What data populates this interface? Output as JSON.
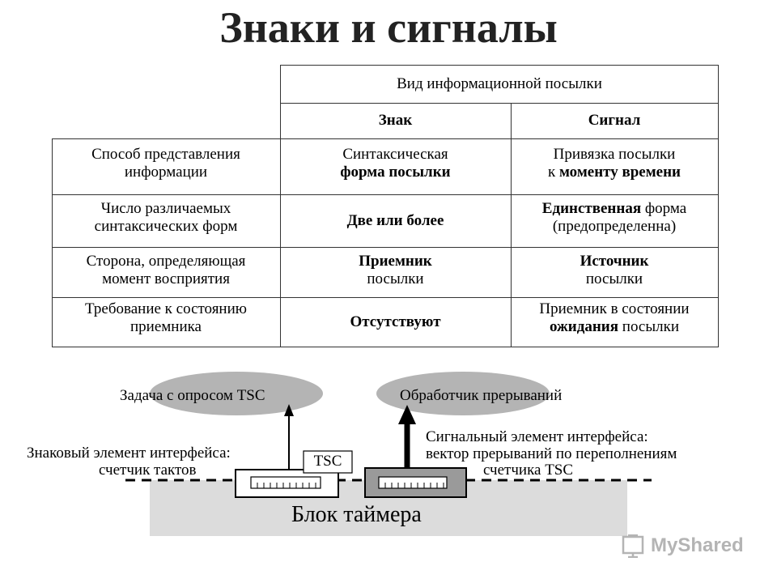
{
  "title": "Знаки и сигналы",
  "table": {
    "header": "Вид  информационной посылки",
    "col_sign": "Знак",
    "col_signal": "Сигнал",
    "rows": [
      {
        "label": [
          "Способ представления",
          "информации"
        ],
        "sign": [
          {
            "t": "Синтаксическая",
            "b": false
          },
          {
            "t": "форма  посылки",
            "b": true
          }
        ],
        "signal": [
          {
            "t": "Привязка посылки",
            "b": false
          },
          {
            "t": "к ",
            "b": false,
            "rest": "моменту времени"
          }
        ]
      },
      {
        "label": [
          "Число различаемых",
          "синтаксических форм"
        ],
        "sign": [
          {
            "t": "Две или более",
            "b": true
          }
        ],
        "signal": [
          {
            "t": "Единственная",
            "b": true,
            "rest": " форма"
          },
          {
            "t": "(предопределенна)",
            "b": false
          }
        ]
      },
      {
        "label": [
          "Сторона, определяющая",
          "момент восприятия"
        ],
        "sign": [
          {
            "t": "Приемник",
            "b": true
          },
          {
            "t": "посылки",
            "b": false
          }
        ],
        "signal": [
          {
            "t": "Источник",
            "b": true
          },
          {
            "t": "посылки",
            "b": false
          }
        ]
      },
      {
        "label": [
          "Требование к состоянию",
          "приемника"
        ],
        "sign": [
          {
            "t": "Отсутствуют",
            "b": true
          }
        ],
        "signal": [
          {
            "t": "Приемник в состоянии",
            "b": false
          },
          {
            "t": "ожидания",
            "b": true,
            "rest": " посылки"
          }
        ]
      }
    ]
  },
  "diagram": {
    "task_polling": "Задача с опросом TSC",
    "interrupt_handler": "Обработчик прерываний",
    "signal_element_1": "Сигнальный элемент интерфейса:",
    "signal_element_2": "вектор прерываний по переполнениям",
    "signal_element_3": "счетчика TSC",
    "sign_element_1": "Знаковый элемент интерфейса:",
    "sign_element_2": "счетчик тактов",
    "tsc_label": "TSC",
    "timer_block": "Блок таймера"
  },
  "watermark": "MyShared",
  "colors": {
    "ellipse": "#b4b4b4",
    "timer_block": "#dcdcdc",
    "interrupt_box": "#9a9a9a"
  }
}
